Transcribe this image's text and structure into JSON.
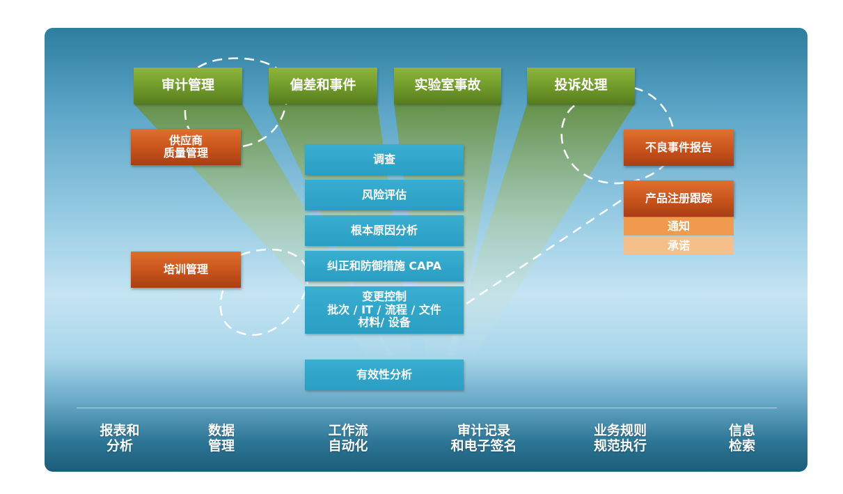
{
  "diagram": {
    "top_modules": [
      {
        "key": "audit",
        "label": "审计管理"
      },
      {
        "key": "deviation",
        "label": "偏差和事件"
      },
      {
        "key": "lab",
        "label": "实验室事故"
      },
      {
        "key": "complaint",
        "label": "投诉处理"
      }
    ],
    "left_modules": [
      {
        "key": "supplier",
        "lines": [
          "供应商",
          "质量管理"
        ]
      },
      {
        "key": "training",
        "lines": [
          "培训管理"
        ]
      }
    ],
    "right_modules": [
      {
        "key": "adverse",
        "label": "不良事件报告"
      },
      {
        "key": "registration",
        "label": "产品注册跟踪"
      },
      {
        "key": "notice",
        "label": "通知"
      },
      {
        "key": "commitment",
        "label": "承诺"
      }
    ],
    "process_steps": [
      {
        "key": "investigation",
        "lines": [
          "调查"
        ]
      },
      {
        "key": "risk",
        "lines": [
          "风险评估"
        ]
      },
      {
        "key": "root_cause",
        "lines": [
          "根本原因分析"
        ]
      },
      {
        "key": "capa",
        "lines": [
          "纠正和防御措施 CAPA"
        ]
      },
      {
        "key": "change",
        "lines": [
          "变更控制",
          "批次 / IT / 流程 / 文件",
          "材料/ 设备"
        ]
      },
      {
        "key": "effectiveness",
        "lines": [
          "有效性分析"
        ]
      }
    ],
    "features": [
      {
        "key": "report",
        "lines": [
          "报表和",
          "分析"
        ]
      },
      {
        "key": "data",
        "lines": [
          "数据",
          "管理"
        ]
      },
      {
        "key": "workflow",
        "lines": [
          "工作流",
          "自动化"
        ]
      },
      {
        "key": "audit_trail",
        "lines": [
          "审计记录",
          "和电子签名"
        ]
      },
      {
        "key": "rules",
        "lines": [
          "业务规则",
          "规范执行"
        ]
      },
      {
        "key": "search",
        "lines": [
          "信息",
          "检索"
        ]
      }
    ]
  },
  "colors": {
    "green": "#6f9a2a",
    "orange": "#c5501a",
    "orange_mid": "#ef9a4c",
    "orange_light": "#f5bf8a",
    "blue": "#2a9ec3",
    "panel_top": "#2d7d9e",
    "panel_bottom": "#1b5c79"
  }
}
